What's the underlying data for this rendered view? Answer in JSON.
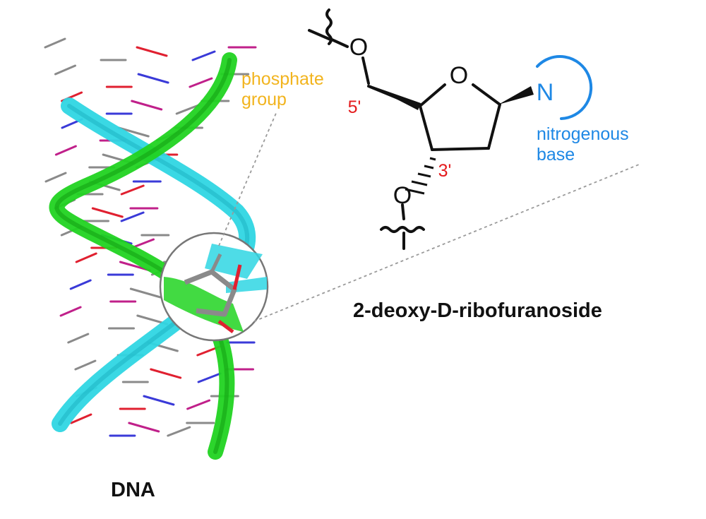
{
  "labels": {
    "phosphate_line1": "phosphate",
    "phosphate_line2": "group",
    "base_line1": "nitrogenous",
    "base_line2": "base",
    "sugar_name": "2-deoxy-D-ribofuranoside",
    "helix_name": "DNA"
  },
  "atoms": {
    "ring_oxygen": "O",
    "o5": "O",
    "o3": "O",
    "nitrogen": "N",
    "pos5": "5'",
    "pos3": "3'"
  },
  "colors": {
    "phosphate": "#f2b41e",
    "base": "#1e88e5",
    "position": "#e41a1c",
    "strand_a": "#21d321",
    "strand_b": "#2fd6e3",
    "stick_gray": "#8a8a8a",
    "stick_red": "#e02030",
    "stick_blue": "#3a3ad8",
    "stick_magenta": "#c0208a",
    "bond": "#111111"
  }
}
